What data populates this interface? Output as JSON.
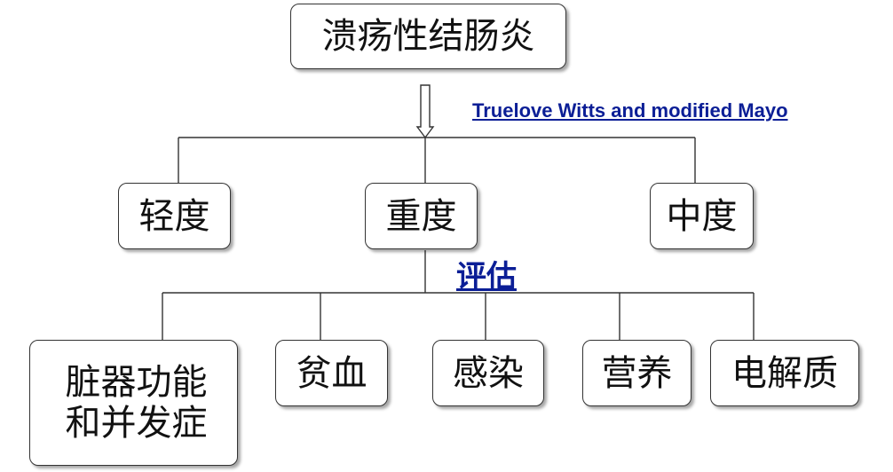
{
  "colors": {
    "line": "#333333",
    "label": "#0b1e96"
  },
  "root": {
    "label": "溃疡性结肠炎"
  },
  "method_label": "Truelove Witts and modified Mayo",
  "severity": [
    {
      "label": "轻度"
    },
    {
      "label": "重度"
    },
    {
      "label": "中度"
    }
  ],
  "assess_label": "评估",
  "assessments": [
    {
      "lines": [
        "脏器功能",
        "和并发症"
      ]
    },
    {
      "label": "贫血"
    },
    {
      "label": "感染"
    },
    {
      "label": "营养"
    },
    {
      "label": "电解质"
    }
  ]
}
